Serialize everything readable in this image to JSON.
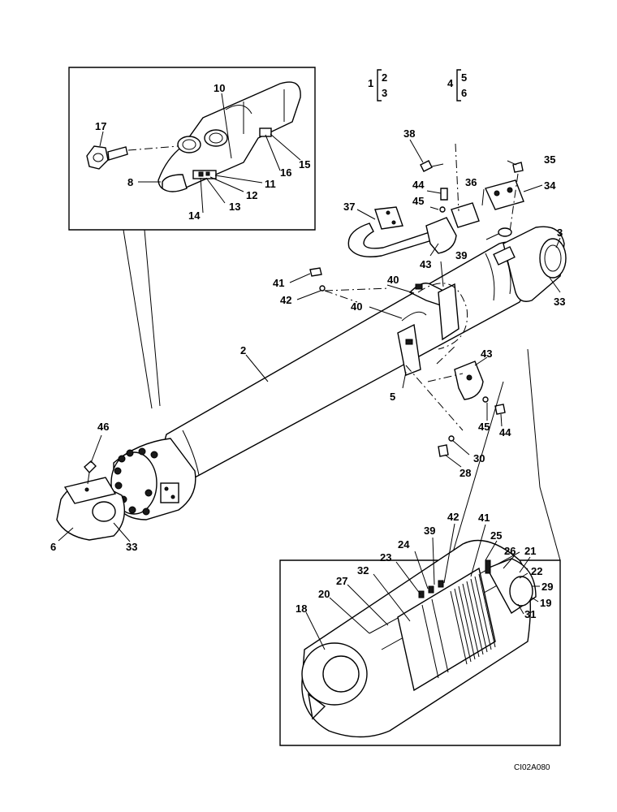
{
  "groups": [
    {
      "parent": "1",
      "children": [
        "2",
        "3"
      ]
    },
    {
      "parent": "4",
      "children": [
        "5",
        "6"
      ]
    }
  ],
  "callouts": [
    "17",
    "10",
    "8",
    "11",
    "12",
    "13",
    "14",
    "15",
    "16",
    "38",
    "35",
    "34",
    "36",
    "44",
    "45",
    "37",
    "43",
    "39",
    "41",
    "42",
    "40",
    "3",
    "33",
    "2",
    "46",
    "6",
    "33",
    "43",
    "45",
    "44",
    "42",
    "41",
    "39",
    "24",
    "25",
    "23",
    "21",
    "26",
    "22",
    "32",
    "27",
    "29",
    "20",
    "19",
    "31",
    "18",
    "30",
    "28",
    "5"
  ],
  "drawing_code": "CI02A080"
}
